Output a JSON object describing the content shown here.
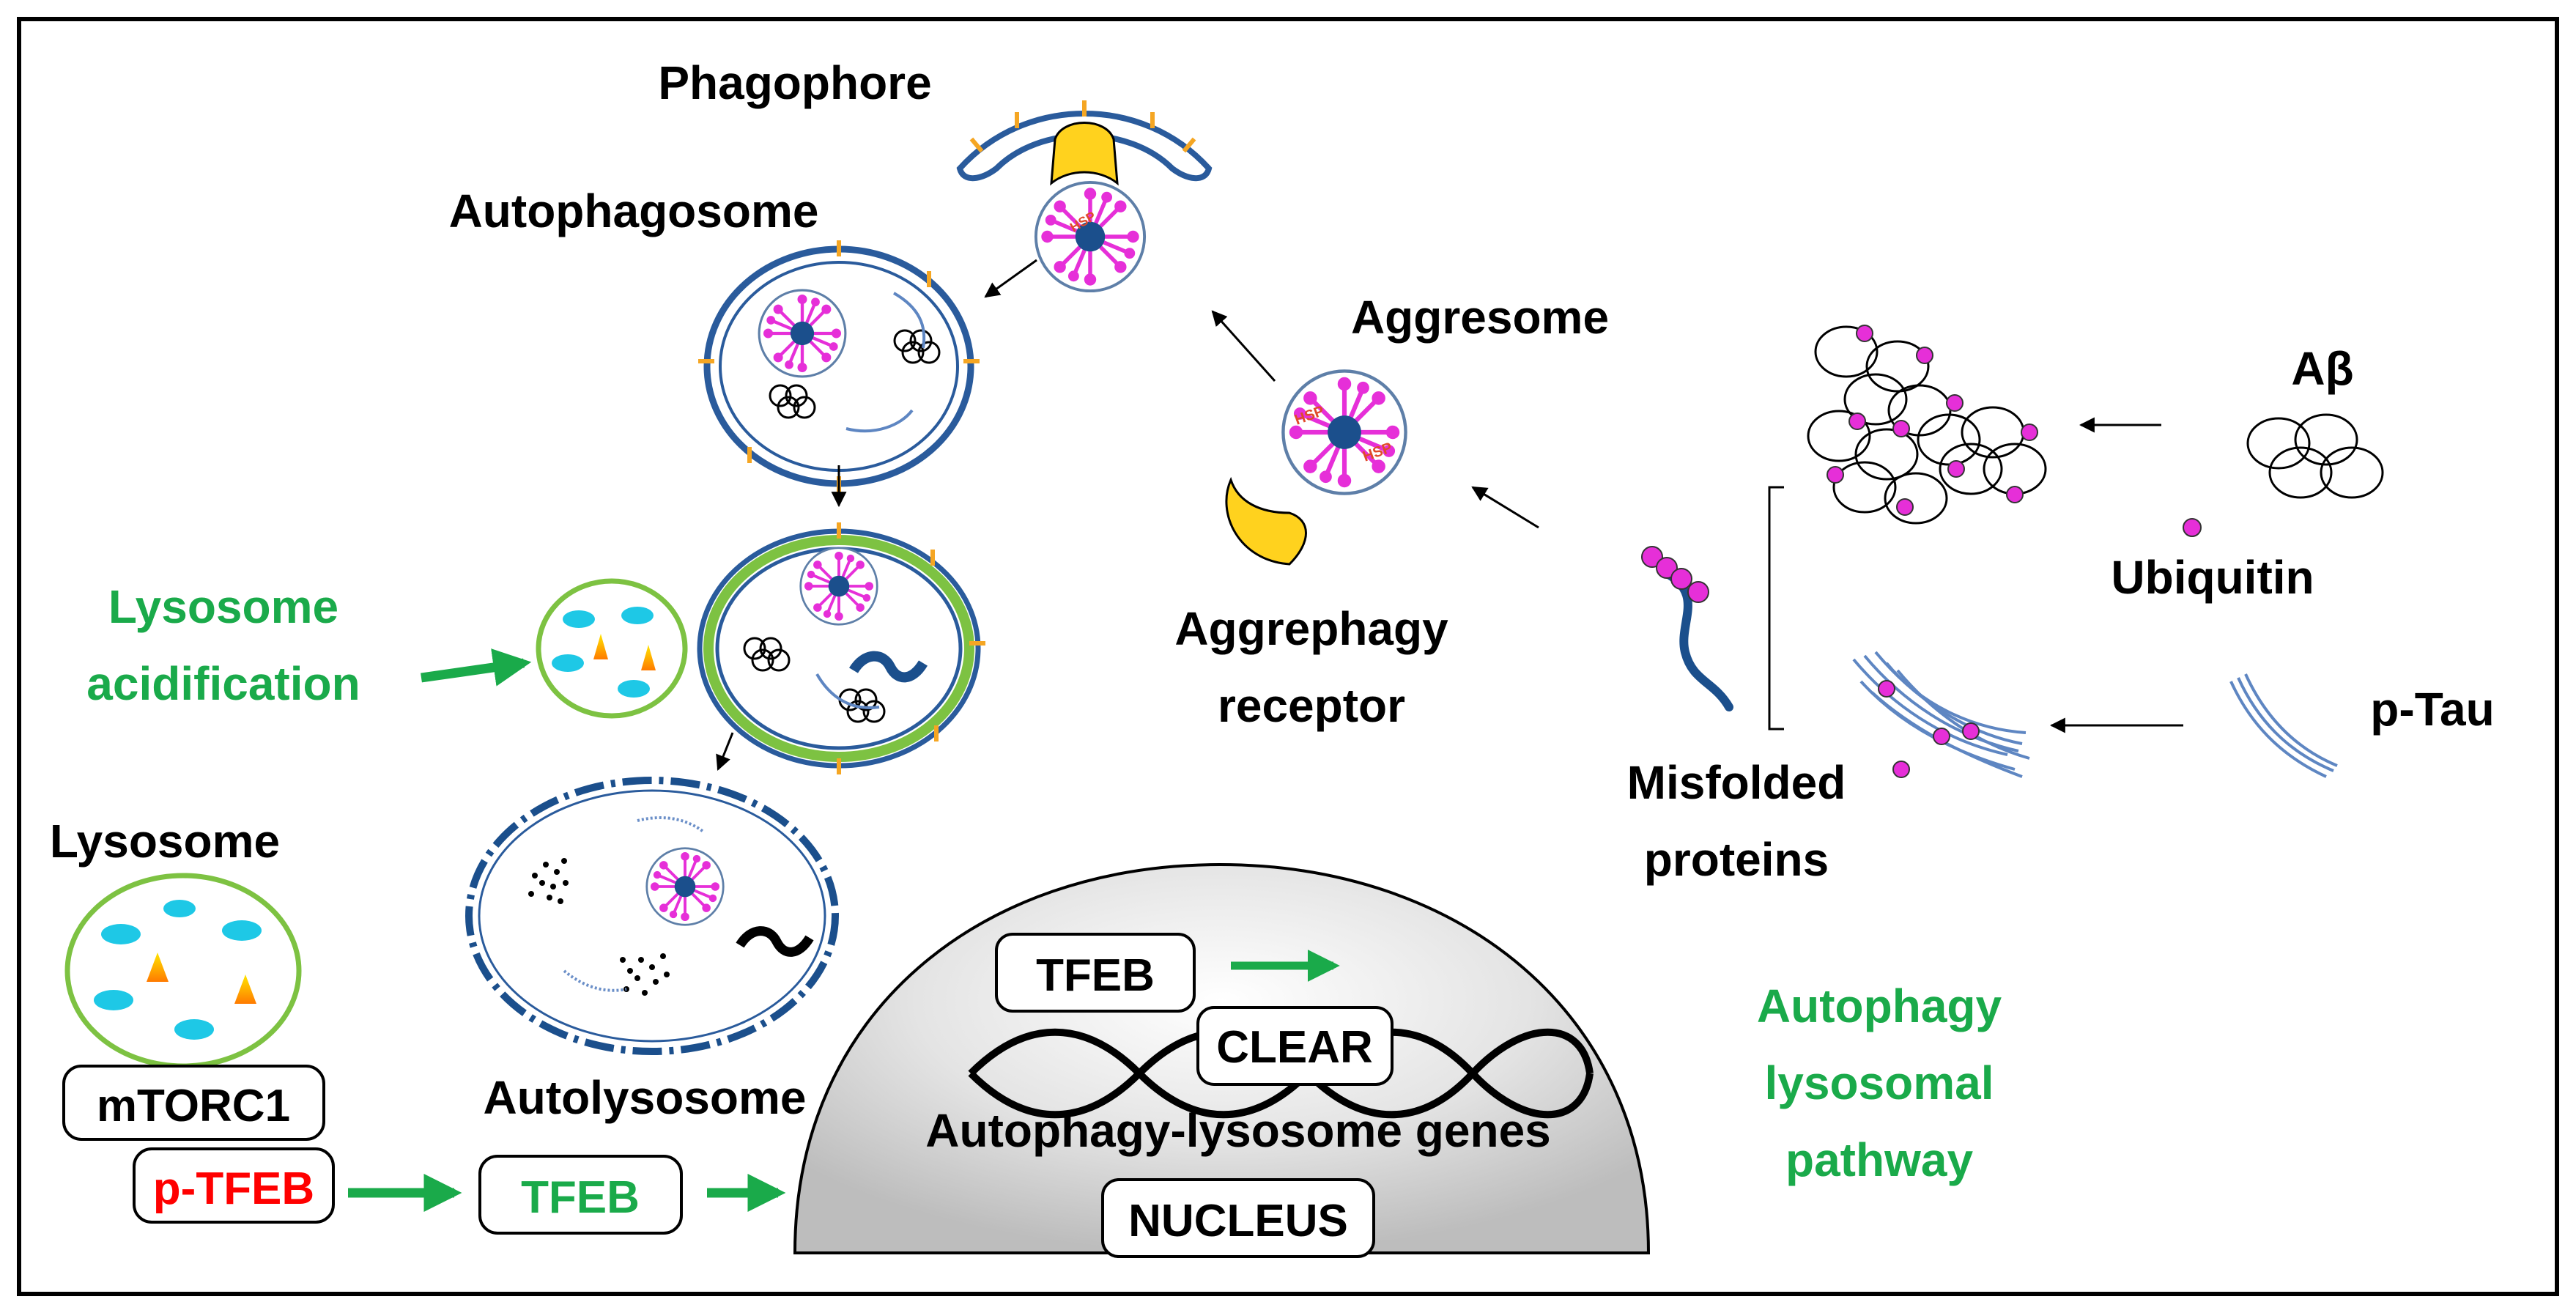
{
  "labels": {
    "phagophore": "Phagophore",
    "autophagosome": "Autophagosome",
    "aggresome": "Aggresome",
    "abeta": "Aβ",
    "ubiquitin": "Ubiquitin",
    "p_tau": "p-Tau",
    "misfolded_line1": "Misfolded",
    "misfolded_line2": "proteins",
    "aggrephagy_line1": "Aggrephagy",
    "aggrephagy_line2": "receptor",
    "lysosome_acid_line1": "Lysosome",
    "lysosome_acid_line2": "acidification",
    "lysosome": "Lysosome",
    "autolysosome": "Autolysosome",
    "mtorc1": "mTORC1",
    "p_tfeb": "p-TFEB",
    "tfeb_cytoplasm": "TFEB",
    "tfeb_nucleus": "TFEB",
    "clear": "CLEAR",
    "genes": "Autophagy-lysosome genes",
    "nucleus": "NUCLEUS",
    "pathway_line1": "Autophagy",
    "pathway_line2": "lysosomal",
    "pathway_line3": "pathway",
    "hsp": "HSP"
  },
  "colors": {
    "green": "#1aaa4a",
    "red": "#ff0000",
    "membrane_blue": "#2a5b9c",
    "magenta": "#e62fd8",
    "cyan": "#1ec8e6",
    "yellow": "#ffd21e"
  }
}
